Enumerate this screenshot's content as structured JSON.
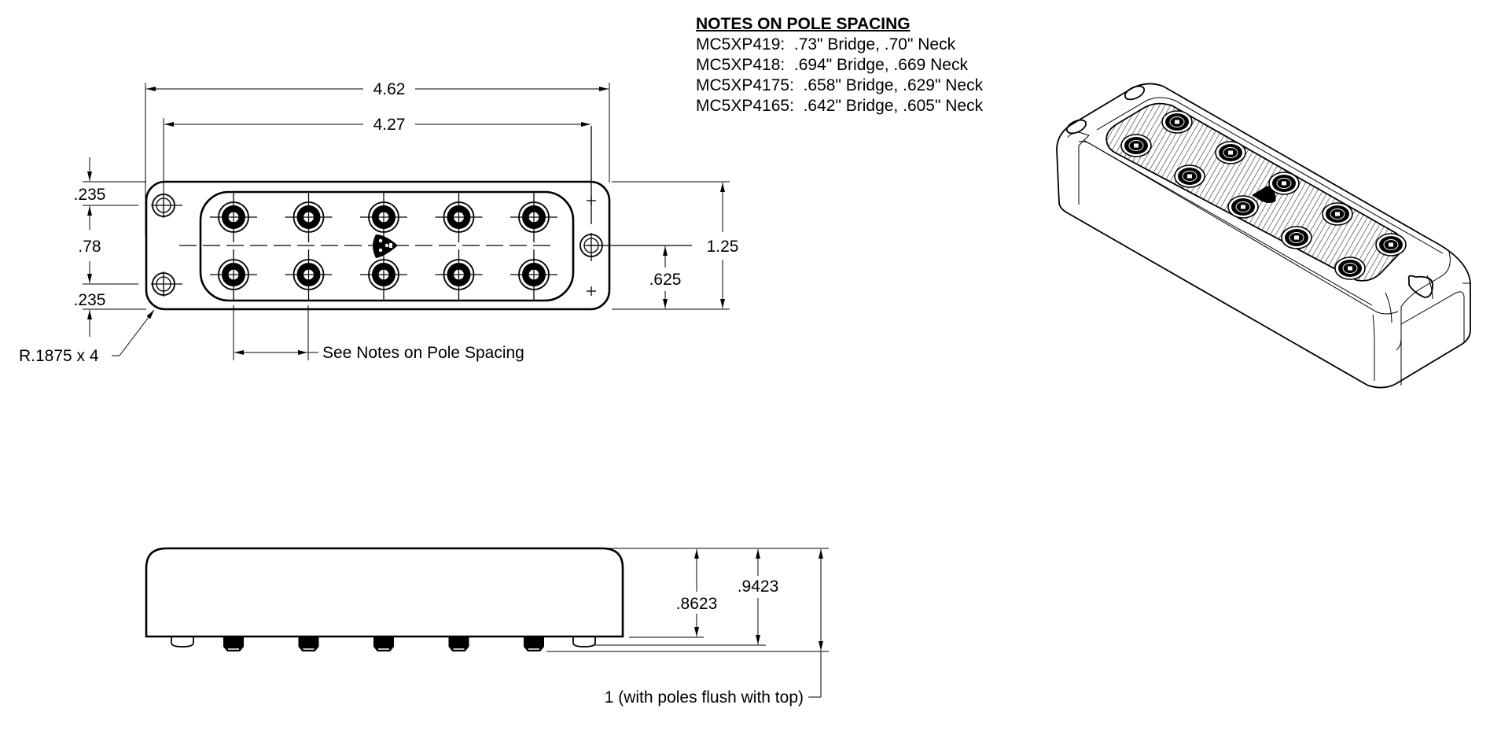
{
  "notes": {
    "title": "NOTES ON POLE SPACING",
    "rows": [
      "MC5XP419:  .73\" Bridge, .70\" Neck",
      "MC5XP418:  .694\" Bridge, .669 Neck",
      "MC5XP4175:  .658\" Bridge, .629\" Neck",
      "MC5XP4165:  .642\" Bridge, .605\" Neck"
    ]
  },
  "top_view": {
    "dims": {
      "overall_length": "4.62",
      "mount_spacing": "4.27",
      "edge_top": ".235",
      "mount_vertical": ".78",
      "edge_bottom": ".235",
      "overall_width": "1.25",
      "half_width": ".625",
      "corner_radius": "R.1875 x 4",
      "pole_spacing_note": "See Notes on Pole Spacing"
    },
    "pole_rows": 2,
    "poles_per_row": 5
  },
  "side_view": {
    "dims": {
      "body_height": ".8623",
      "height_with_feet": ".9423",
      "total_height_note": "1 (with poles flush with top)"
    }
  },
  "iso_view": {
    "pole_count": 10
  }
}
